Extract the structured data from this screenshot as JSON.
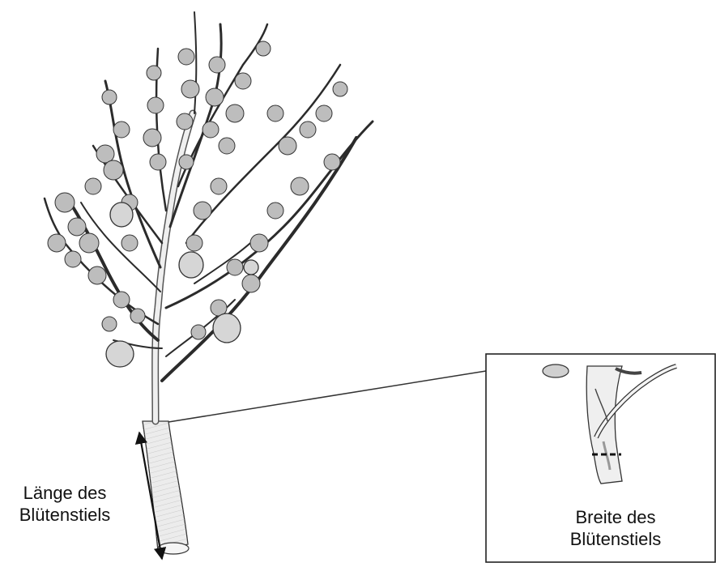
{
  "labels": {
    "length_line1": "Länge des",
    "length_line2": "Blütenstiels",
    "width_line1": "Breite des",
    "width_line2": "Blütenstiels"
  },
  "colors": {
    "ink": "#222222",
    "shade": "#9a9a9a",
    "stalk_fill": "#e9e9e9",
    "flower_fill": "#bdbdbd"
  }
}
